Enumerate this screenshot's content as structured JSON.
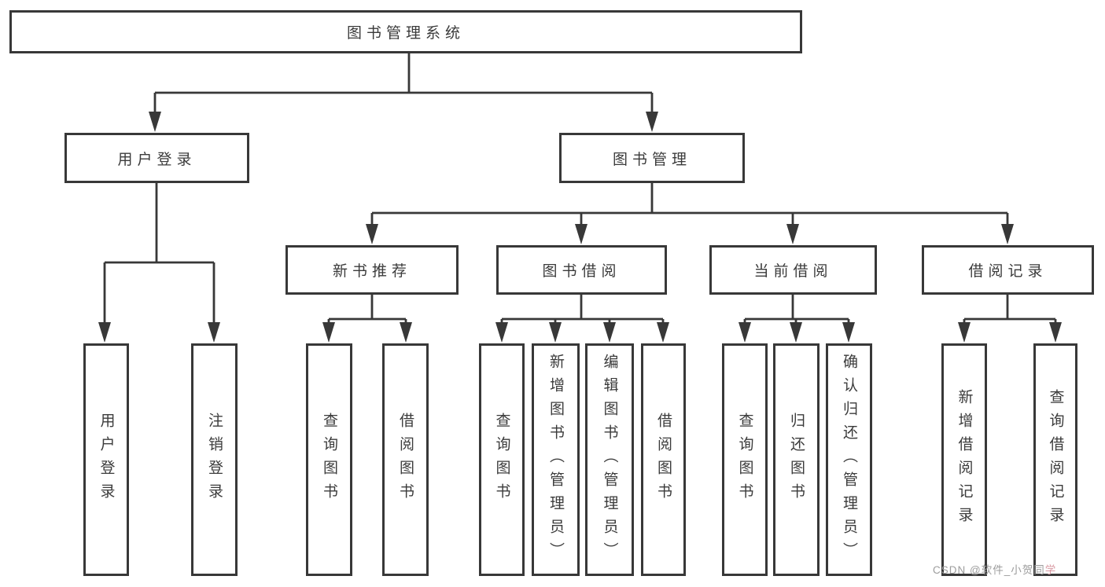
{
  "tree": {
    "root": {
      "label": "图书管理系统"
    },
    "branches": [
      {
        "label": "用户登录",
        "children": [
          {
            "label": "用户登录"
          },
          {
            "label": "注销登录"
          }
        ]
      },
      {
        "label": "图书管理",
        "children": [
          {
            "label": "新书推荐",
            "children": [
              {
                "label": "查询图书"
              },
              {
                "label": "借阅图书"
              }
            ]
          },
          {
            "label": "图书借阅",
            "children": [
              {
                "label": "查询图书"
              },
              {
                "label": "新增图书（管理员）"
              },
              {
                "label": "编辑图书（管理员）"
              },
              {
                "label": "借阅图书"
              }
            ]
          },
          {
            "label": "当前借阅",
            "children": [
              {
                "label": "查询图书"
              },
              {
                "label": "归还图书"
              },
              {
                "label": "确认归还（管理员）"
              }
            ]
          },
          {
            "label": "借阅记录",
            "children": [
              {
                "label": "新增借阅记录"
              },
              {
                "label": "查询借阅记录"
              }
            ]
          }
        ]
      }
    ]
  },
  "watermark": {
    "prefix": "CSDN @软件_小贺同",
    "suffix": "学"
  },
  "colors": {
    "line": "#383838",
    "text": "#3b3b3b",
    "background": "#ffffff",
    "watermark_gray": "#9c9c9c",
    "watermark_pink": "#d898a2"
  }
}
